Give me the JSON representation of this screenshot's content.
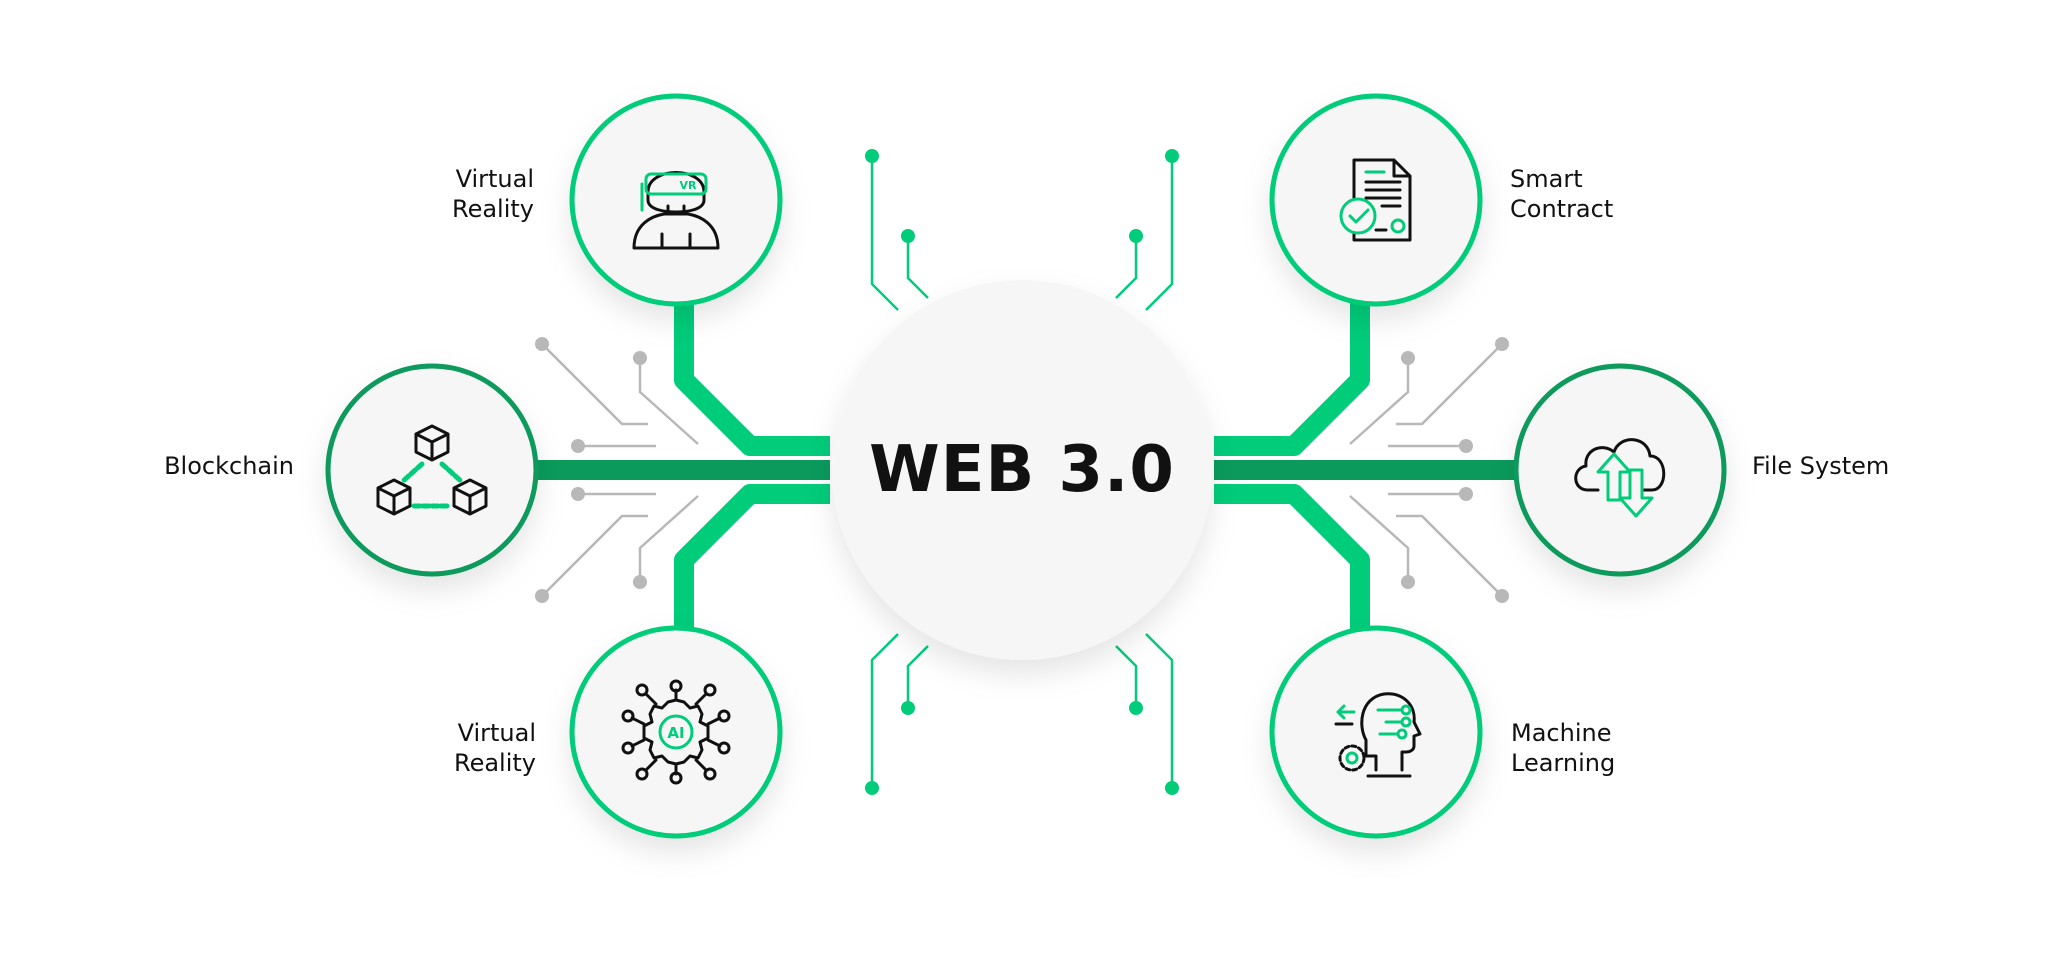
{
  "hub": {
    "title": "WEB 3.0"
  },
  "colors": {
    "accent": "#00CC7A",
    "accent_dark": "#0B9A5C",
    "connector_gray": "#B8B8B8",
    "circle_fill": "#F6F6F6",
    "text": "#111111"
  },
  "nodes": [
    {
      "label": "Virtual\nReality",
      "icon": "vr-headset-icon"
    },
    {
      "label": "Blockchain",
      "icon": "blockchain-icon"
    },
    {
      "label": "Virtual\nReality",
      "icon": "ai-chip-icon"
    },
    {
      "label": "Smart\nContract",
      "icon": "smart-contract-icon"
    },
    {
      "label": "File System",
      "icon": "cloud-transfer-icon"
    },
    {
      "label": "Machine\nLearning",
      "icon": "machine-learning-icon"
    }
  ]
}
